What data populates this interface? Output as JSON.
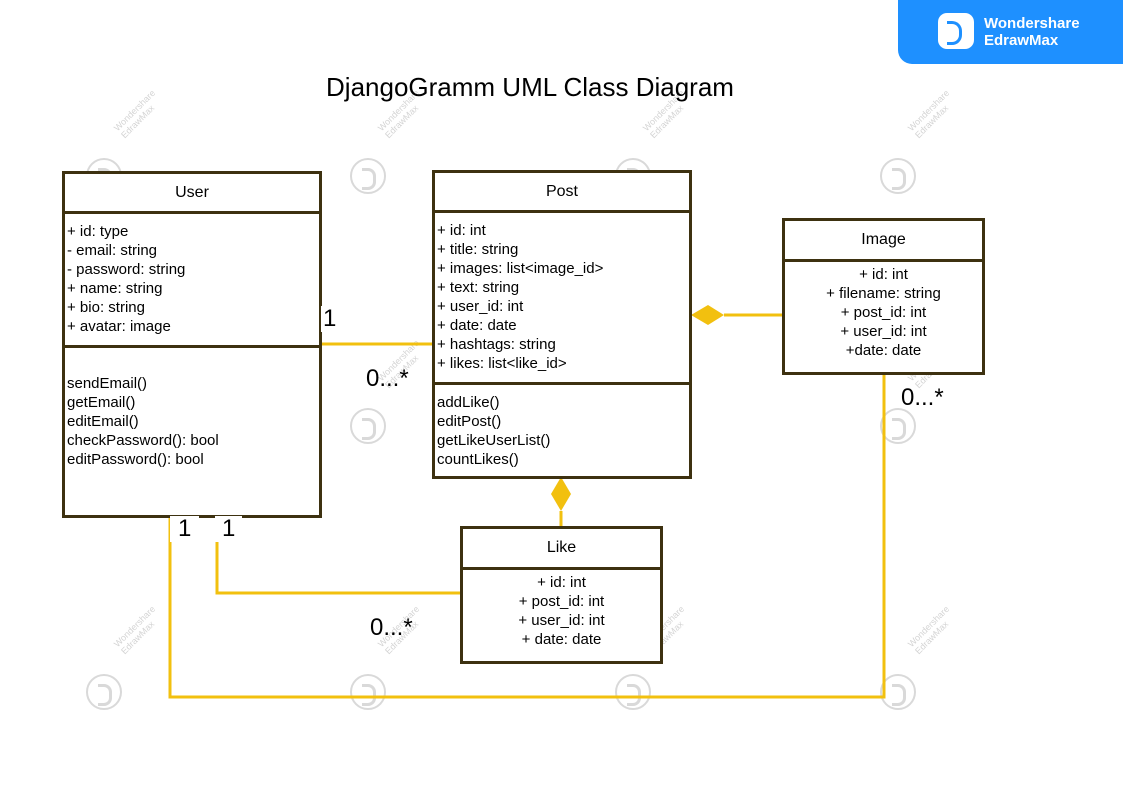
{
  "brand": {
    "line1": "Wondershare",
    "line2": "EdrawMax",
    "color": "#1e90ff"
  },
  "watermark": {
    "line1": "Wondershare",
    "line2": "EdrawMax"
  },
  "title": "DjangoGramm UML Class Diagram",
  "colors": {
    "connector": "#f2c00f",
    "border": "#3d3110"
  },
  "classes": {
    "user": {
      "name": "User",
      "attributes": [
        "+ id: type",
        "- email: string",
        "- password: string",
        "+ name: string",
        "+ bio: string",
        "+ avatar: image"
      ],
      "methods": [
        "sendEmail()",
        "getEmail()",
        "editEmail()",
        "checkPassword(): bool",
        "editPassword(): bool"
      ]
    },
    "post": {
      "name": "Post",
      "attributes": [
        "+ id: int",
        "+ title: string",
        "+ images: list<image_id>",
        "+ text: string",
        "+ user_id: int",
        "+ date: date",
        "+ hashtags: string",
        "+ likes: list<like_id>"
      ],
      "methods": [
        "addLike()",
        "editPost()",
        "getLikeUserList()",
        "countLikes()"
      ]
    },
    "image": {
      "name": "Image",
      "attributes": [
        "+ id: int",
        "+ filename: string",
        "+ post_id: int",
        "+ user_id: int",
        "+date: date"
      ]
    },
    "like": {
      "name": "Like",
      "attributes": [
        "+ id: int",
        "+ post_id: int",
        "+ user_id: int",
        "+ date: date"
      ]
    }
  },
  "multiplicities": {
    "user_post_user": "1",
    "user_post_post": "0...*",
    "image_many": "0...*",
    "user_image_user": "1",
    "user_like_user": "1",
    "user_like_like": "0...*"
  }
}
